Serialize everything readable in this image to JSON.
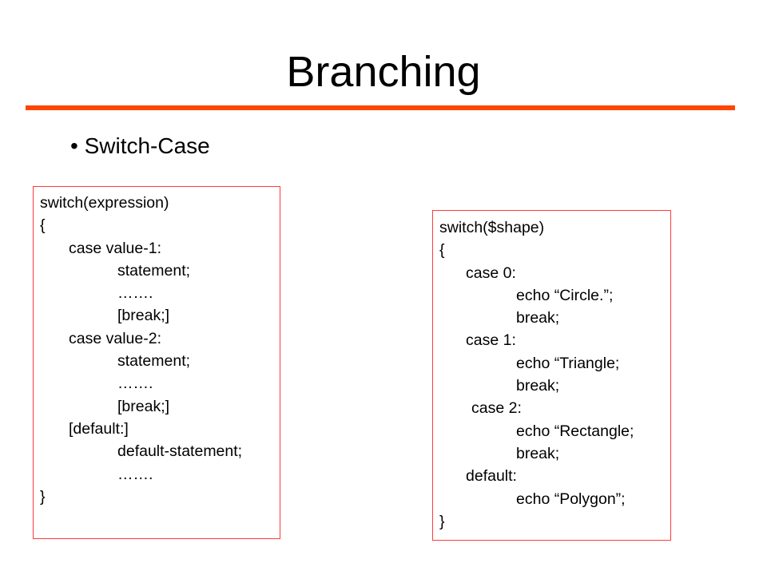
{
  "title": "Branching",
  "bullet": "• Switch-Case",
  "syntax_box": {
    "lines": [
      {
        "text": "switch(expression)",
        "indent": 0
      },
      {
        "text": "{",
        "indent": 0
      },
      {
        "text": "case value-1:",
        "indent": 1
      },
      {
        "text": "statement;",
        "indent": 2
      },
      {
        "text": "…….",
        "indent": 2
      },
      {
        "text": "[break;]",
        "indent": 2
      },
      {
        "text": "case value-2:",
        "indent": 1
      },
      {
        "text": "statement;",
        "indent": 2
      },
      {
        "text": "…….",
        "indent": 2
      },
      {
        "text": "[break;]",
        "indent": 2
      },
      {
        "text": "[default:]",
        "indent": 1
      },
      {
        "text": "default-statement;",
        "indent": 2
      },
      {
        "text": "…….",
        "indent": 2
      },
      {
        "text": "}",
        "indent": 0
      }
    ]
  },
  "example_box": {
    "lines": [
      {
        "text": "switch($shape)",
        "indent": 0
      },
      {
        "text": "{",
        "indent": 0
      },
      {
        "text": "case 0:",
        "indent": 1
      },
      {
        "text": "echo “Circle.”;",
        "indent": 2
      },
      {
        "text": "break;",
        "indent": 2
      },
      {
        "text": "case 1:",
        "indent": 1
      },
      {
        "text": "echo “Triangle;",
        "indent": 2
      },
      {
        "text": "break;",
        "indent": 2
      },
      {
        "text": "case 2:",
        "indent": 3
      },
      {
        "text": "echo “Rectangle;",
        "indent": 2
      },
      {
        "text": "break;",
        "indent": 2
      },
      {
        "text": "default:",
        "indent": 1
      },
      {
        "text": "echo “Polygon”;",
        "indent": 2
      },
      {
        "text": "}",
        "indent": 0
      }
    ]
  }
}
